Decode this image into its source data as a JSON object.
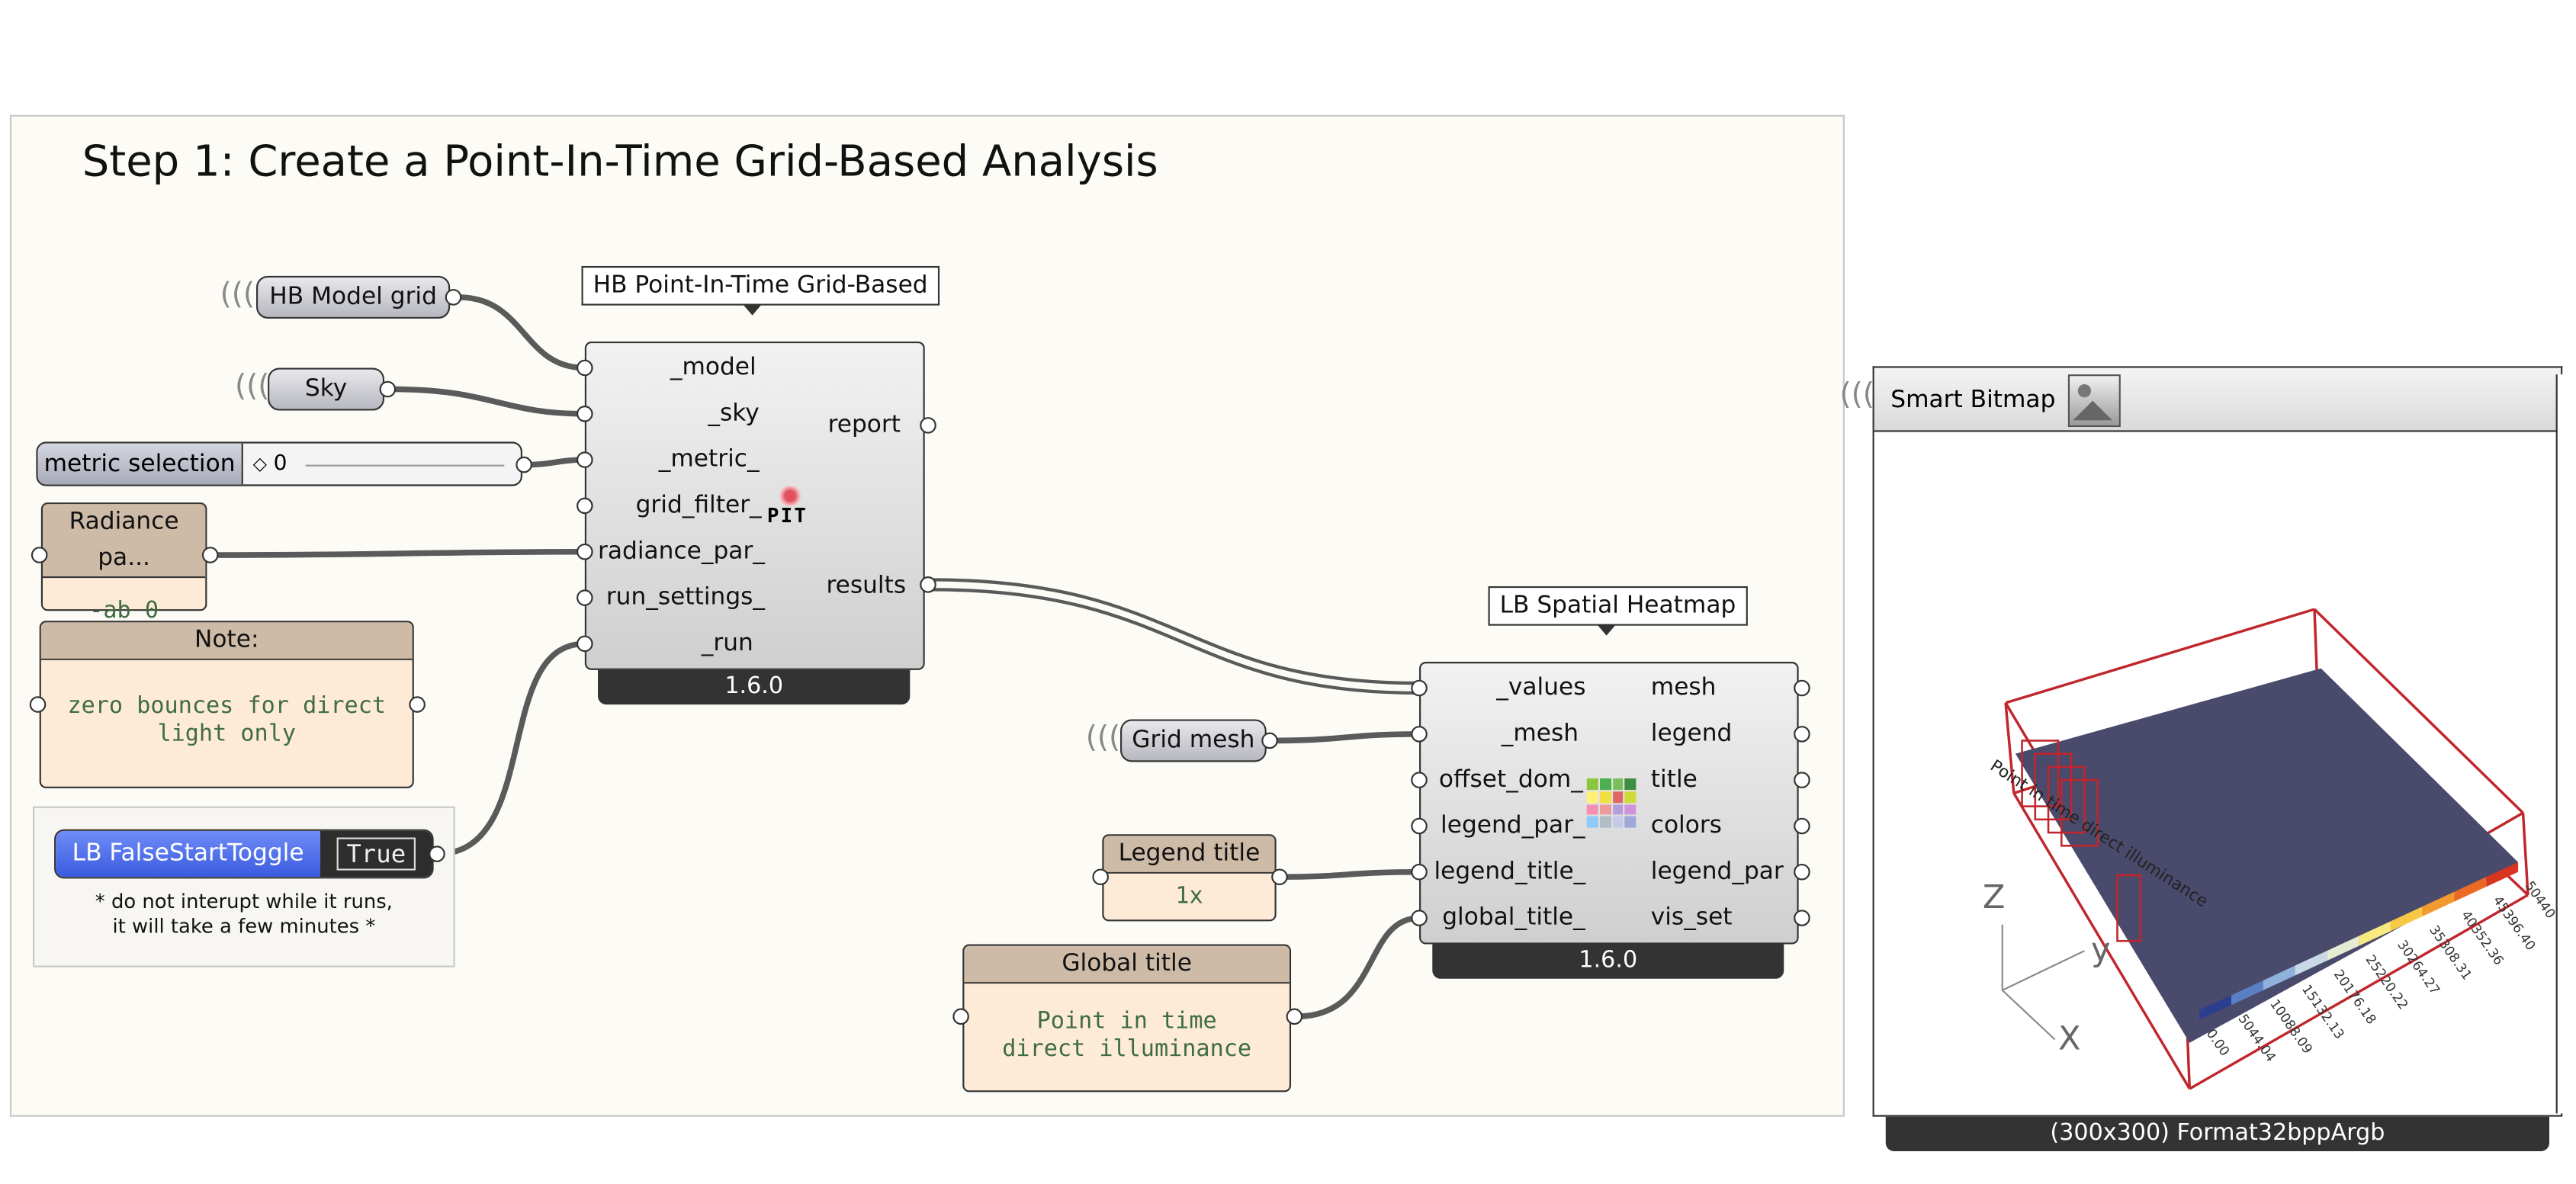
{
  "canvas": {
    "group_title": "Step 1: Create a Point-In-Time Grid-Based Analysis"
  },
  "params": {
    "hb_model_grid": "HB Model grid",
    "sky": "Sky",
    "grid_mesh": "Grid mesh"
  },
  "slider": {
    "label": "metric selection",
    "value": "0"
  },
  "panels": {
    "radiance": {
      "title": "Radiance pa...",
      "text": "-ab 0"
    },
    "note": {
      "title": "Note:",
      "text": "zero bounces for direct\nlight only"
    },
    "legend_title": {
      "title": "Legend title",
      "text": "1x"
    },
    "global_title": {
      "title": "Global title",
      "text": "Point in time\ndirect illuminance"
    }
  },
  "toggle": {
    "label": "LB FalseStartToggle",
    "value": "True",
    "caption": "* do not interupt while it runs,\nit will take a few minutes *"
  },
  "hb_component": {
    "callout": "HB Point-In-Time Grid-Based",
    "inputs": [
      "_model",
      "_sky",
      "_metric_",
      "grid_filter_",
      "radiance_par_",
      "run_settings_",
      "_run"
    ],
    "outputs": [
      "report",
      "results"
    ],
    "icon_text": "PIT",
    "version": "1.6.0"
  },
  "lb_component": {
    "callout": "LB Spatial Heatmap",
    "inputs": [
      "_values",
      "_mesh",
      "offset_dom_",
      "legend_par_",
      "legend_title_",
      "global_title_"
    ],
    "outputs": [
      "mesh",
      "legend",
      "title",
      "colors",
      "legend_par",
      "vis_set"
    ],
    "version": "1.6.0"
  },
  "smart_bitmap": {
    "title": "Smart Bitmap",
    "footer": "(300x300) Format32bppArgb",
    "legend_values": [
      "0.00",
      "5044.04",
      "10088.09",
      "15132.13",
      "20176.18",
      "25220.22",
      "30264.27",
      "35308.31",
      "40352.36",
      "45396.40",
      "50440"
    ],
    "legend_colors": [
      "#2c3f8e",
      "#5b7fc4",
      "#8fb2dc",
      "#c9d9e8",
      "#e6ecd2",
      "#f6ea80",
      "#f7c843",
      "#f39a2e",
      "#ea6a25",
      "#d8341f"
    ],
    "mesh_label": "Point in time direct illuminance",
    "axis_labels": {
      "x": "X",
      "y": "y",
      "z": "Z"
    }
  },
  "colors": {
    "wire": "#5a5a5a",
    "group_bg": "#fcfbf6",
    "panel_bg": "#fdebd8",
    "panel_head": "#cdbba7",
    "toggle_blue": "#4d6ff0",
    "heatmap_fill": "#4a4a6c",
    "bbox_red": "#c0262c"
  }
}
